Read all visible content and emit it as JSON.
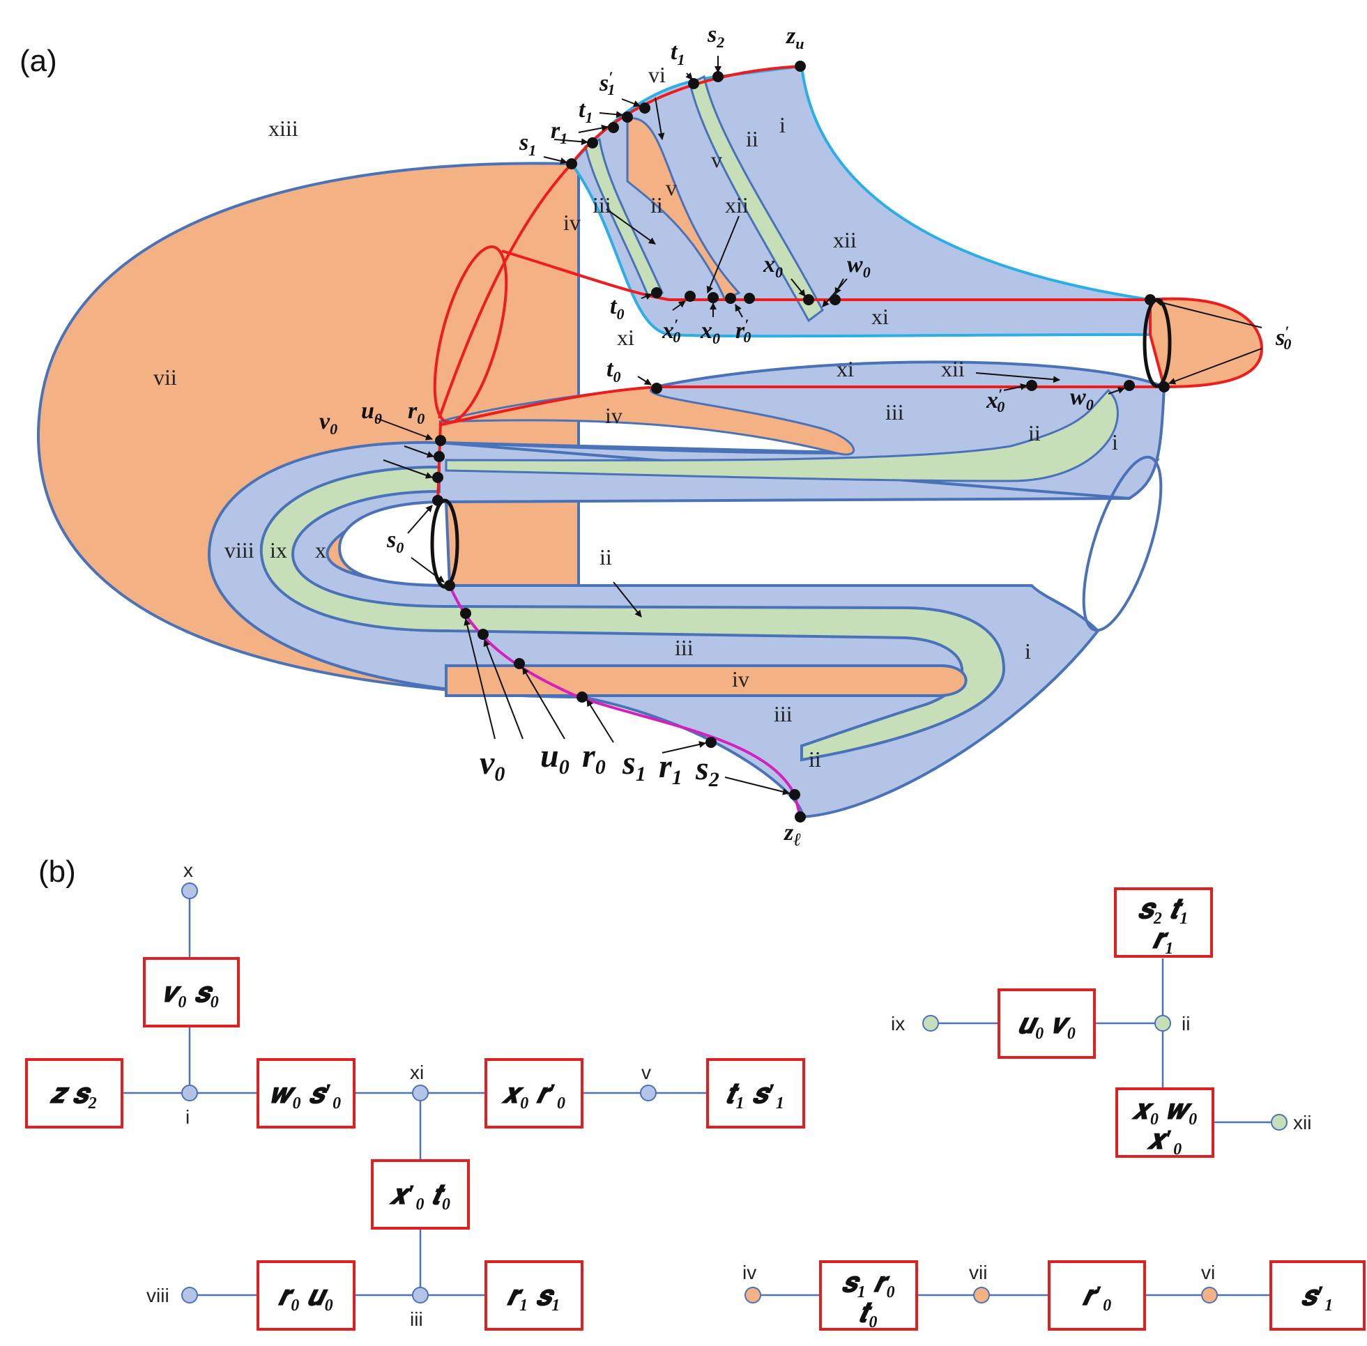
{
  "panels": {
    "a": "(a)",
    "b": "(b)"
  },
  "colors": {
    "blue_region": "#b4c4e6",
    "orange_region": "#f4b183",
    "green_region": "#c6dfb8",
    "blue_line": "#4a72b8",
    "red_line": "#ee1c1c",
    "magenta_line": "#d61fbf",
    "cyan_line": "#2aaee6",
    "box_border": "#e02020",
    "graph_edge": "#4a72b8",
    "node_blue": "#b4c4e6",
    "node_green": "#c6dfb8",
    "node_orange": "#f4b183"
  },
  "diagram_a": {
    "region_labels": {
      "xiii": "xiii",
      "i": "i",
      "ii": "ii",
      "iii": "iii",
      "iv": "iv",
      "v": "v",
      "vi": "vi",
      "vii": "vii",
      "viii": "viii",
      "ix": "ix",
      "x": "x",
      "xi": "xi",
      "xii": "xii"
    },
    "point_labels": {
      "z_u": "z",
      "z_u_sub": "u",
      "z_l": "z",
      "z_l_sub": "ℓ",
      "s": "s",
      "t": "t",
      "r": "r",
      "u": "u",
      "v": "v",
      "x": "x",
      "w": "w",
      "sub0": "0",
      "sub1": "1",
      "sub2": "2",
      "prime": "′"
    },
    "bottom_sequence": [
      {
        "b": "v",
        "s": "0"
      },
      {
        "b": "u",
        "s": "0"
      },
      {
        "b": "r",
        "s": "0"
      },
      {
        "b": "s",
        "s": "1"
      },
      {
        "b": "r",
        "s": "1"
      },
      {
        "b": "s",
        "s": "2"
      }
    ]
  },
  "graph_b": {
    "node_labels": {
      "x": "x",
      "i": "i",
      "xi": "xi",
      "v": "v",
      "iii": "iii",
      "viii": "viii",
      "ix": "ix",
      "ii": "ii",
      "xii": "xii",
      "iv": "iv",
      "vii": "vii",
      "vi": "vi"
    },
    "boxes": {
      "v0s0": "𝒗₀ 𝒔₀",
      "zs2": "𝒛  𝒔₂",
      "w0s0p": "𝒘₀ 𝒔′₀",
      "x0r0p": "𝒙₀ 𝒓′₀",
      "t1s1p": "𝒕₁ 𝒔′₁",
      "x0pt0": "𝒙′₀ 𝒕₀",
      "r0u0": "𝒓₀ 𝒖₀",
      "r1s1": "𝒓₁ 𝒔₁",
      "s2t1_1": "𝒔₂ 𝒕₁",
      "s2t1_2": "𝒓₁",
      "u0v0": "𝒖₀ 𝒗₀",
      "x0w0_1": "𝒙₀ 𝒘₀",
      "x0w0_2": "𝒙′₀",
      "s1r0_1": "𝒔₁ 𝒓₀",
      "s1r0_2": "𝒕₀",
      "r0p": "𝒓′₀",
      "s1p": "𝒔′₁"
    }
  }
}
